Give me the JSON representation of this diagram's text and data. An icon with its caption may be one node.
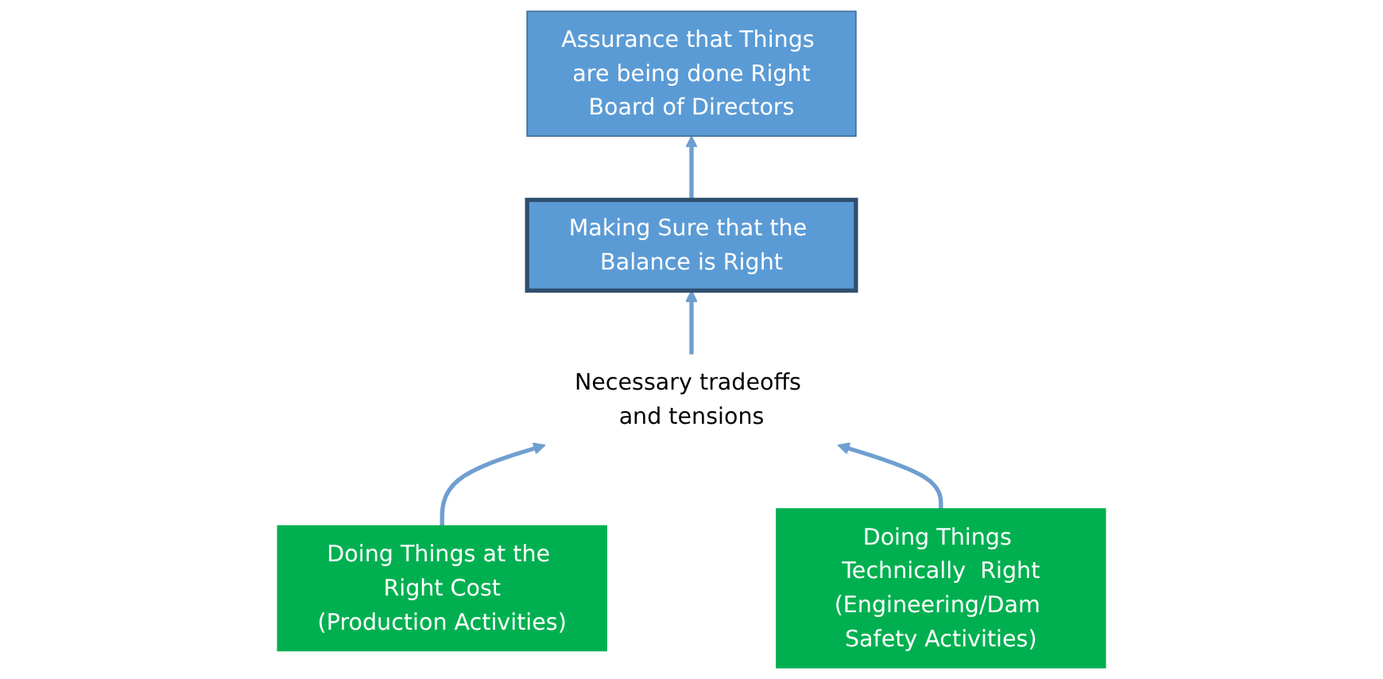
{
  "diagram": {
    "nodes": [
      {
        "text": [
          "Assurance that Things are being done Right",
          "Board of Directors"
        ]
      },
      {
        "text": [
          "Making Sure that the Balance is Right"
        ]
      },
      {
        "text": [
          "Necessary tradeoffs and tensions"
        ]
      },
      {
        "text": [
          "Doing Things at the Right Cost",
          "(Production Activities)"
        ]
      },
      {
        "text": [
          "Doing Things Technically  Right",
          "(Engineering/Dam Safety Activities)"
        ]
      }
    ],
    "edges": [
      {
        "from": 3,
        "to": 2,
        "arrow": "to"
      },
      {
        "from": 4,
        "to": 2,
        "arrow": "to"
      },
      {
        "from": 2,
        "to": 1,
        "arrow": "to"
      },
      {
        "from": 1,
        "to": 0,
        "arrow": "to"
      }
    ]
  }
}
